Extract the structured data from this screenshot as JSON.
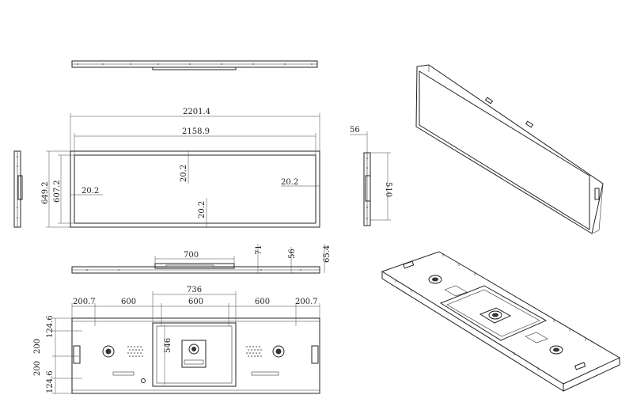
{
  "dimensions": {
    "overall_width": "2201.4",
    "active_width": "2158.9",
    "margin_top": "20.2",
    "margin_left": "20.2",
    "margin_right": "20.2",
    "margin_bottom": "20.2",
    "overall_height": "649.2",
    "active_height": "607.2",
    "depth": "56",
    "side_height": "510",
    "bracket_width": "700",
    "depth_71": "71",
    "depth_56": "56",
    "depth_65": "65.4",
    "mount_span": "736",
    "edge_left": "200.7",
    "span_1": "600",
    "span_2": "600",
    "span_3": "600",
    "edge_right": "200.7",
    "bracket_height": "546",
    "v_top": "124.6",
    "v_mid1": "200",
    "v_mid2": "200",
    "v_bottom": "124.6"
  }
}
